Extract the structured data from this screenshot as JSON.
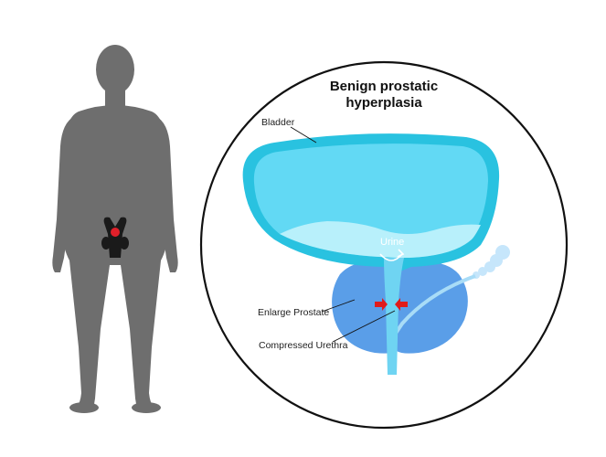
{
  "diagram": {
    "title_line1": "Benign prostatic",
    "title_line2": "hyperplasia",
    "labels": {
      "bladder": "Bladder",
      "urine": "Urine",
      "enlarged_prostate": "Enlarge Prostate",
      "compressed_urethra": "Compressed Urethra"
    }
  },
  "colors": {
    "body_silhouette": "#6e6e6e",
    "bladder_wall": "#29c2e0",
    "bladder_inner": "#62d9f4",
    "urine": "#b8f0fb",
    "prostate": "#5a9ee8",
    "urethra": "#6fd4f2",
    "arrow": "#e01b1b",
    "organ_marker": "#e0202a",
    "circle_outline": "#111111"
  }
}
